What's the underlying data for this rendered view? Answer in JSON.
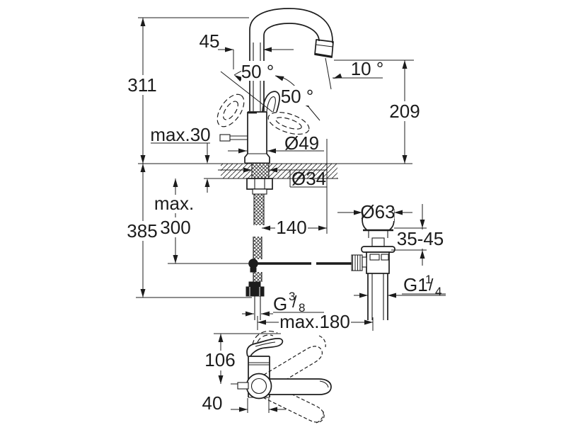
{
  "drawing": {
    "title": "single-lever-basin-mixer-dimensional-drawing",
    "colors": {
      "line": "#1c1c1c",
      "background": "#ffffff"
    },
    "front_view": {
      "spout_offset": "45",
      "total_height": "311",
      "lever_swing_left": "50 °",
      "lever_swing_right": "50 °",
      "outlet_angle": "10 °",
      "spout_height": "209",
      "max_deck_thickness": "max.30",
      "base_diameter": "Ø49",
      "hole_diameter": "Ø34",
      "hose_max_label": "max.",
      "hose_max_value": "300",
      "below_deck_length": "385",
      "hose_offset": "140",
      "max_spacing": "max.180",
      "supply_thread": {
        "prefix": "G",
        "sup": "3",
        "slash": "/",
        "sub": "8"
      }
    },
    "drain_valve": {
      "flange_diameter": "Ø63",
      "clamping_range": "35-45",
      "thread": {
        "prefix": "G1",
        "sup": "1",
        "slash": "/",
        "sub": "4"
      }
    },
    "side_view": {
      "outlet_height": "106",
      "base_depth": "40"
    }
  }
}
